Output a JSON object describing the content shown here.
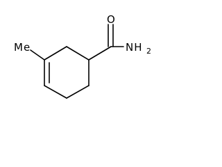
{
  "molecule": {
    "atoms": {
      "carbonyl_oxygen": "O",
      "amide_nitrogen": "NH",
      "amide_h_count": "2",
      "methyl": "Me"
    }
  }
}
